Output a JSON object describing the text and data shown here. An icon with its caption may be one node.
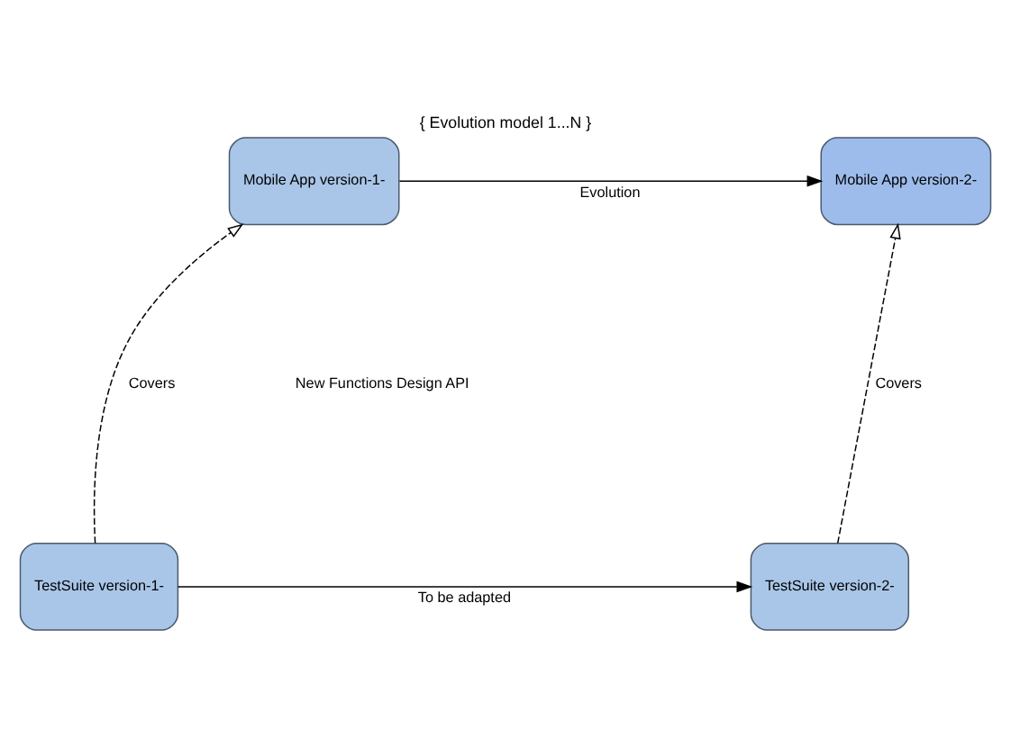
{
  "diagram": {
    "title": "{ Evolution model 1...N }",
    "nodes": [
      {
        "text": [
          "Mobile App version-1-"
        ]
      },
      {
        "text": [
          "Mobile App version-2-"
        ]
      },
      {
        "text": [
          "TestSuite version-1-"
        ]
      },
      {
        "text": [
          "TestSuite version-2-"
        ]
      }
    ],
    "edges": [
      {
        "from": 0,
        "to": 1,
        "arrow": "to",
        "label": "Evolution"
      },
      {
        "from": 2,
        "to": 0,
        "arrow": "to",
        "label": "Covers",
        "style": "dashed"
      },
      {
        "from": 3,
        "to": 1,
        "arrow": "to",
        "label": "Covers",
        "style": "dashed"
      },
      {
        "from": 2,
        "to": 3,
        "arrow": "to",
        "label": "To be adapted"
      }
    ],
    "labels": [
      "New Functions Design API"
    ]
  }
}
